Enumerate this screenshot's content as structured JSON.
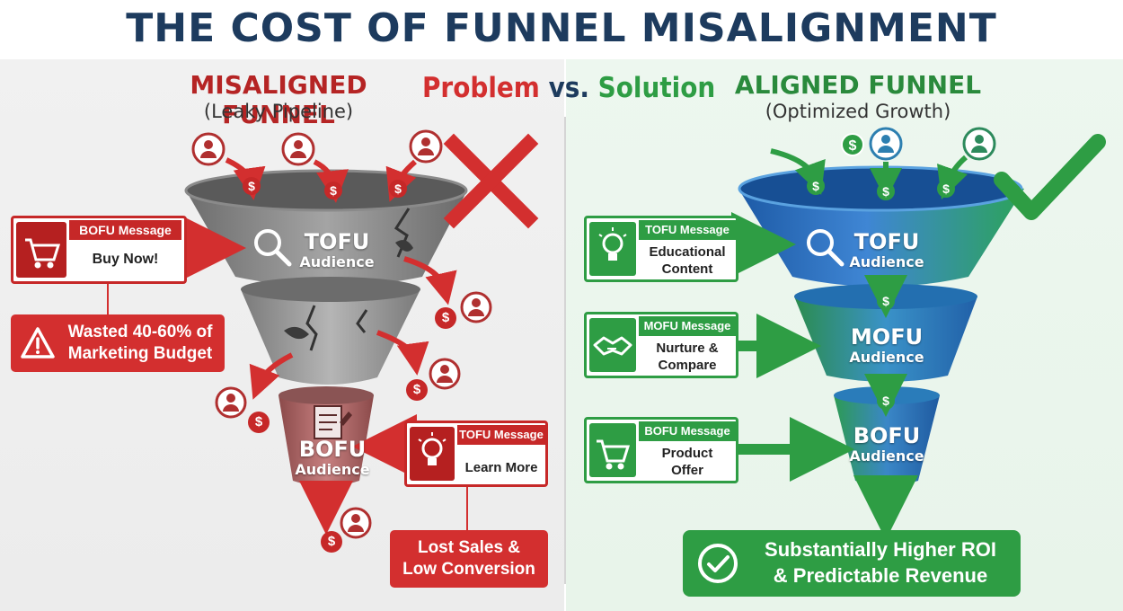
{
  "title": "THE COST OF FUNNEL MISALIGNMENT",
  "comparison": {
    "problem": "Problem",
    "vs": "vs.",
    "solution": "Solution"
  },
  "left": {
    "heading": "MISALIGNED FUNNEL",
    "subheading": "(Leaky Pipeline)",
    "tofu_label": "TOFU",
    "tofu_sub": "Audience",
    "bofu_label": "BOFU",
    "bofu_sub": "Audience",
    "bofu_message_card": {
      "tag": "BOFU Message",
      "body": "Buy Now!",
      "icon": "shopping-cart-icon"
    },
    "tofu_message_card": {
      "tag": "TOFU Message",
      "body": "Learn More",
      "icon": "lightbulb-icon"
    },
    "wasted_budget": "Wasted 40-60% of Marketing Budget",
    "wasted_line1": "Wasted 40-60% of",
    "wasted_line2": "Marketing Budget",
    "lost_sales_line1": "Lost Sales &",
    "lost_sales_line2": "Low Conversion",
    "status_icon": "red-x-icon"
  },
  "right": {
    "heading": "ALIGNED FUNNEL",
    "subheading": "(Optimized Growth)",
    "tofu_label": "TOFU",
    "tofu_sub": "Audience",
    "mofu_label": "MOFU",
    "mofu_sub": "Audience",
    "bofu_label": "BOFU",
    "bofu_sub": "Audience",
    "tofu_card": {
      "tag": "TOFU Message",
      "line1": "Educational",
      "line2": "Content",
      "icon": "lightbulb-icon"
    },
    "mofu_card": {
      "tag": "MOFU Message",
      "line1": "Nurture &",
      "line2": "Compare",
      "icon": "handshake-icon"
    },
    "bofu_card": {
      "tag": "BOFU Message",
      "line1": "Product",
      "line2": "Offer",
      "icon": "shopping-cart-icon"
    },
    "result_line1": "Substantially Higher ROI",
    "result_line2": "& Predictable Revenue",
    "status_icon": "green-check-icon"
  },
  "glyphs": {
    "dollar": "$"
  },
  "colors": {
    "title": "#1d3b5e",
    "red": "#d32f2f",
    "dark_red": "#a81f1f",
    "green": "#2e9d44",
    "blue": "#1f5fa8"
  }
}
